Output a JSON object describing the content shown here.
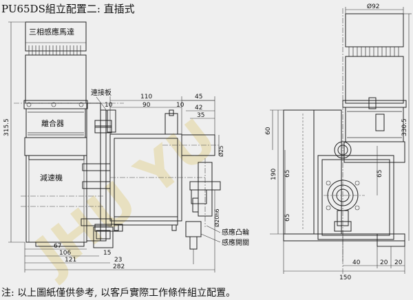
{
  "title": "PU65DS組立配置二: 直插式",
  "note": "注: 以上圖紙僅供參考, 以客戶實際工作條件組立配置。",
  "watermark": "JHU YU",
  "labels": {
    "motor": "三相感應馬達",
    "clutch": "離合器",
    "reducer": "減速機",
    "plate": "連接板",
    "cam": "感應凸輪",
    "sensor_switch": "感應開關"
  },
  "dims": {
    "d315_5": "315.5",
    "d110": "110",
    "d45": "45",
    "d10a": "10",
    "d90": "90",
    "d10b": "10",
    "d42": "42",
    "d35": "35",
    "d25_bore": "Ø25",
    "d20h6": "Ø20h6",
    "d67": "67",
    "d106": "106",
    "d121": "121",
    "d15": "15",
    "d23": "23",
    "d282": "282",
    "d92": "Ø92",
    "d330_5": "330.5",
    "d60": "60",
    "d65a": "65",
    "d190": "190",
    "d65b": "65",
    "d65c": "65",
    "d40": "40",
    "d20a": "20",
    "d20b": "20",
    "d150": "150"
  }
}
